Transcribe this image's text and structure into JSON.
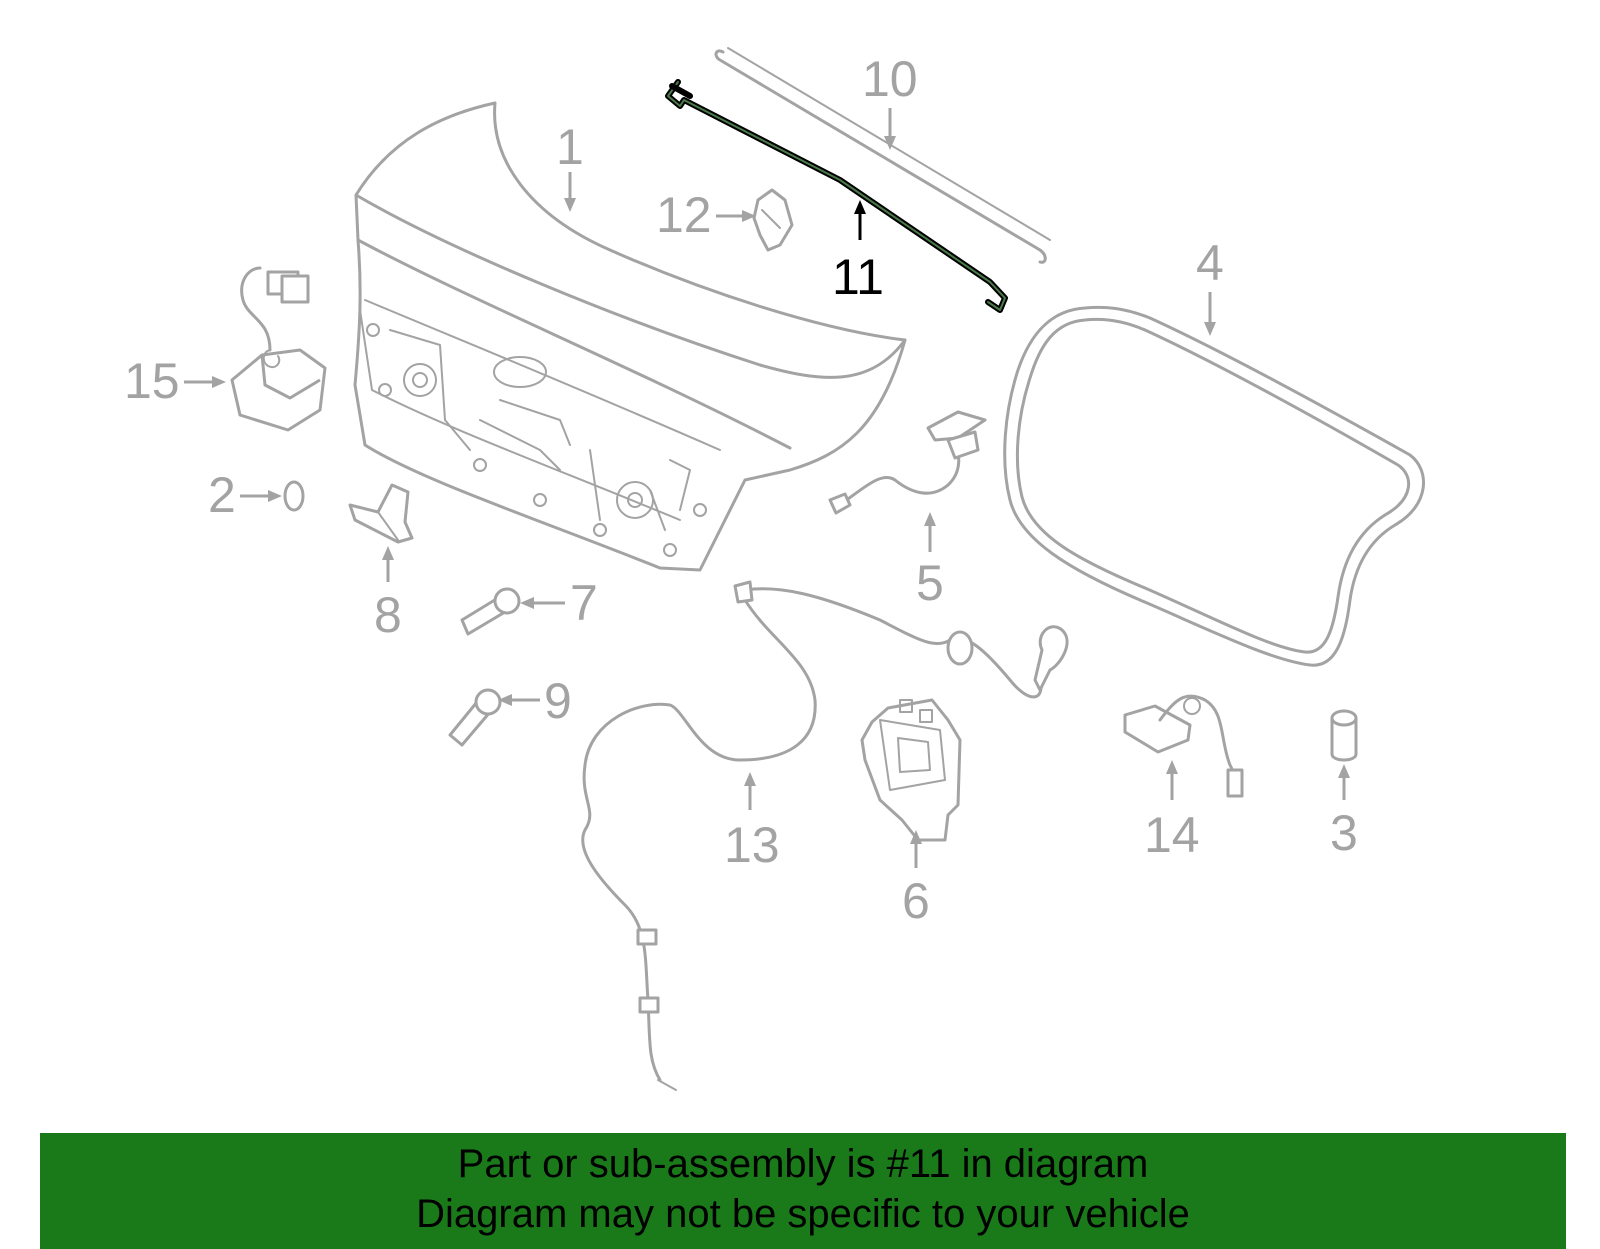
{
  "diagram": {
    "highlighted_part": "11",
    "callouts": [
      {
        "id": "c1",
        "label": "1"
      },
      {
        "id": "c2",
        "label": "2"
      },
      {
        "id": "c3",
        "label": "3"
      },
      {
        "id": "c4",
        "label": "4"
      },
      {
        "id": "c5",
        "label": "5"
      },
      {
        "id": "c6",
        "label": "6"
      },
      {
        "id": "c7",
        "label": "7"
      },
      {
        "id": "c8",
        "label": "8"
      },
      {
        "id": "c9",
        "label": "9"
      },
      {
        "id": "c10",
        "label": "10"
      },
      {
        "id": "c11",
        "label": "11"
      },
      {
        "id": "c12",
        "label": "12"
      },
      {
        "id": "c13",
        "label": "13"
      },
      {
        "id": "c14",
        "label": "14"
      },
      {
        "id": "c15",
        "label": "15"
      }
    ],
    "colors": {
      "line": "#a3a3a3",
      "highlight": "#000000",
      "banner_bg": "#1a7a1a",
      "banner_text": "#000000"
    }
  },
  "banner": {
    "line1": "Part or sub-assembly is #11 in diagram",
    "line2": "Diagram may not be specific to your vehicle"
  }
}
